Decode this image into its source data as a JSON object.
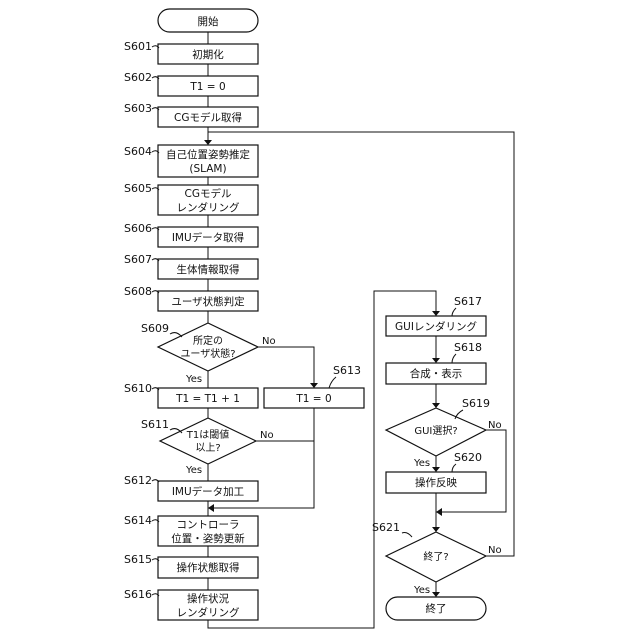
{
  "nodes": {
    "start": "開始",
    "s601": "初期化",
    "s602": "T1 = 0",
    "s603": "CGモデル取得",
    "s604_1": "自己位置姿勢推定",
    "s604_2": "(SLAM)",
    "s605_1": "CGモデル",
    "s605_2": "レンダリング",
    "s606": "IMUデータ取得",
    "s607": "生体情報取得",
    "s608": "ユーザ状態判定",
    "s609_1": "所定の",
    "s609_2": "ユーザ状態?",
    "s610": "T1 = T1 + 1",
    "s613": "T1 = 0",
    "s611_1": "T1は閾値",
    "s611_2": "以上?",
    "s612": "IMUデータ加工",
    "s614_1": "コントローラ",
    "s614_2": "位置・姿勢更新",
    "s615": "操作状態取得",
    "s616_1": "操作状況",
    "s616_2": "レンダリング",
    "s617": "GUIレンダリング",
    "s618": "合成・表示",
    "s619": "GUI選択?",
    "s620": "操作反映",
    "s621": "終了?",
    "end": "終了"
  },
  "step_labels": {
    "s601": "S601",
    "s602": "S602",
    "s603": "S603",
    "s604": "S604",
    "s605": "S605",
    "s606": "S606",
    "s607": "S607",
    "s608": "S608",
    "s609": "S609",
    "s610": "S610",
    "s611": "S611",
    "s612": "S612",
    "s613": "S613",
    "s614": "S614",
    "s615": "S615",
    "s616": "S616",
    "s617": "S617",
    "s618": "S618",
    "s619": "S619",
    "s620": "S620",
    "s621": "S621"
  },
  "branch_labels": {
    "s609_yes": "Yes",
    "s609_no": "No",
    "s611_yes": "Yes",
    "s611_no": "No",
    "s619_yes": "Yes",
    "s619_no": "No",
    "s621_yes": "Yes",
    "s621_no": "No"
  }
}
